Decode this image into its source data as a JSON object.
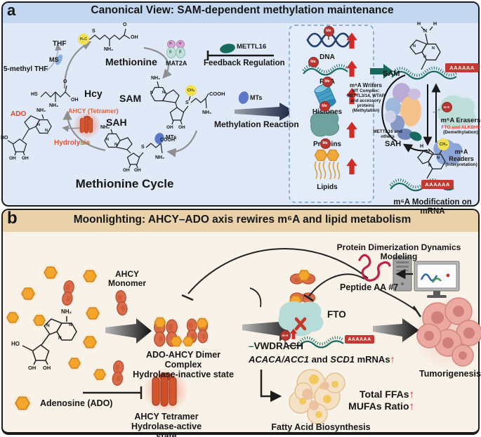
{
  "panel_a": {
    "tag": "a",
    "title": "Canonical View: SAM-dependent methylation maintenance",
    "cycle": {
      "title": "Methionine Cycle",
      "methionine": "Methionine",
      "hcy": "Hcy",
      "sam": "SAM",
      "sah": "SAH",
      "thf": "THF",
      "ms": "MS",
      "methyl_thf": "5-methyl THF",
      "ado": "ADO",
      "ahcy_tetramer": "AHCY (Tetramer)",
      "hydrolysis": "Hydrolysis",
      "mat2a": "MAT2A",
      "alpha": "α",
      "beta": "β",
      "mettl16": "METTL16",
      "feedback": "Feedback Regulation",
      "mts": "MTs",
      "methylation_reaction": "Methylation Reaction"
    },
    "substrates": {
      "me": "Me",
      "items": [
        {
          "label": "DNA"
        },
        {
          "label": "RNA"
        },
        {
          "label": "Histones"
        },
        {
          "label": "Proteins"
        },
        {
          "label": "Lipids"
        }
      ]
    },
    "m6a": {
      "sam": "SAM",
      "sah": "SAH",
      "writers_title": "m⁶A Writers",
      "writers_lines": [
        "MT Complex:",
        "METTL3/14, WTAP",
        "and accessory",
        "proteins",
        "(Methylation)"
      ],
      "mettl16_others": [
        "METTL16 and",
        "others"
      ],
      "erasers_title": "m⁶A Erasers",
      "erasers_enzymes": "FTO and ALKBH5",
      "erasers_paren": "(Demethylation)",
      "readers_title": "m⁶A Readers",
      "readers_paren": "(Interpretation)",
      "m6a_badge": "m⁶A",
      "polya": "AAAAAA",
      "caption": "m⁶A Modification on mRNA"
    }
  },
  "panel_b": {
    "tag": "b",
    "title": "Moonlighting: AHCY–ADO axis rewires m⁶A and lipid metabolism",
    "monomer_label": [
      "AHCY",
      "Monomer"
    ],
    "dimer_label": [
      "ADO-AHCY Dimer Complex",
      "Hydrolase-inactive state"
    ],
    "tetramer_label": [
      "AHCY Tetramer",
      "Hydrolase-active state"
    ],
    "adenosine_legend": "Adenosine (ADO)",
    "fto": "FTO",
    "motif_dash": "–",
    "motif": "VWDRACH",
    "m6a_badge": "m⁶A",
    "polya": "AAAAAA",
    "genes": {
      "gene1": "ACACA/ACC1",
      "conj": " and ",
      "gene2": "SCD1",
      "suffix": " mRNAs"
    },
    "modeling_title": "Protein Dimerization Dynamics Modeling",
    "peptide_label": "Peptide AA #7",
    "tumorigenesis": "Tumorigenesis",
    "total_ffas": "Total FFAs",
    "mufas_ratio": "MUFAs Ratio",
    "fatty_acid": "Fatty Acid Biosynthesis"
  },
  "atoms": {
    "n": "N",
    "h": "H",
    "o": "O",
    "s": "S",
    "oh": "OH",
    "ho": "HO",
    "hs": "HS",
    "nh2": "NH₂",
    "cooh": "COOH",
    "h3c": "H₃C",
    "ch3": "CH₃"
  },
  "icons": {
    "up_arrow": "↑"
  },
  "colors": {
    "panel_a_header": "#c3d7f1",
    "panel_a_body": "#dfe9f7",
    "panel_b_header": "#e9d2a9",
    "panel_b_body": "#f8f2e8",
    "accent_red": "#c13b33",
    "teal": "#176b61"
  }
}
